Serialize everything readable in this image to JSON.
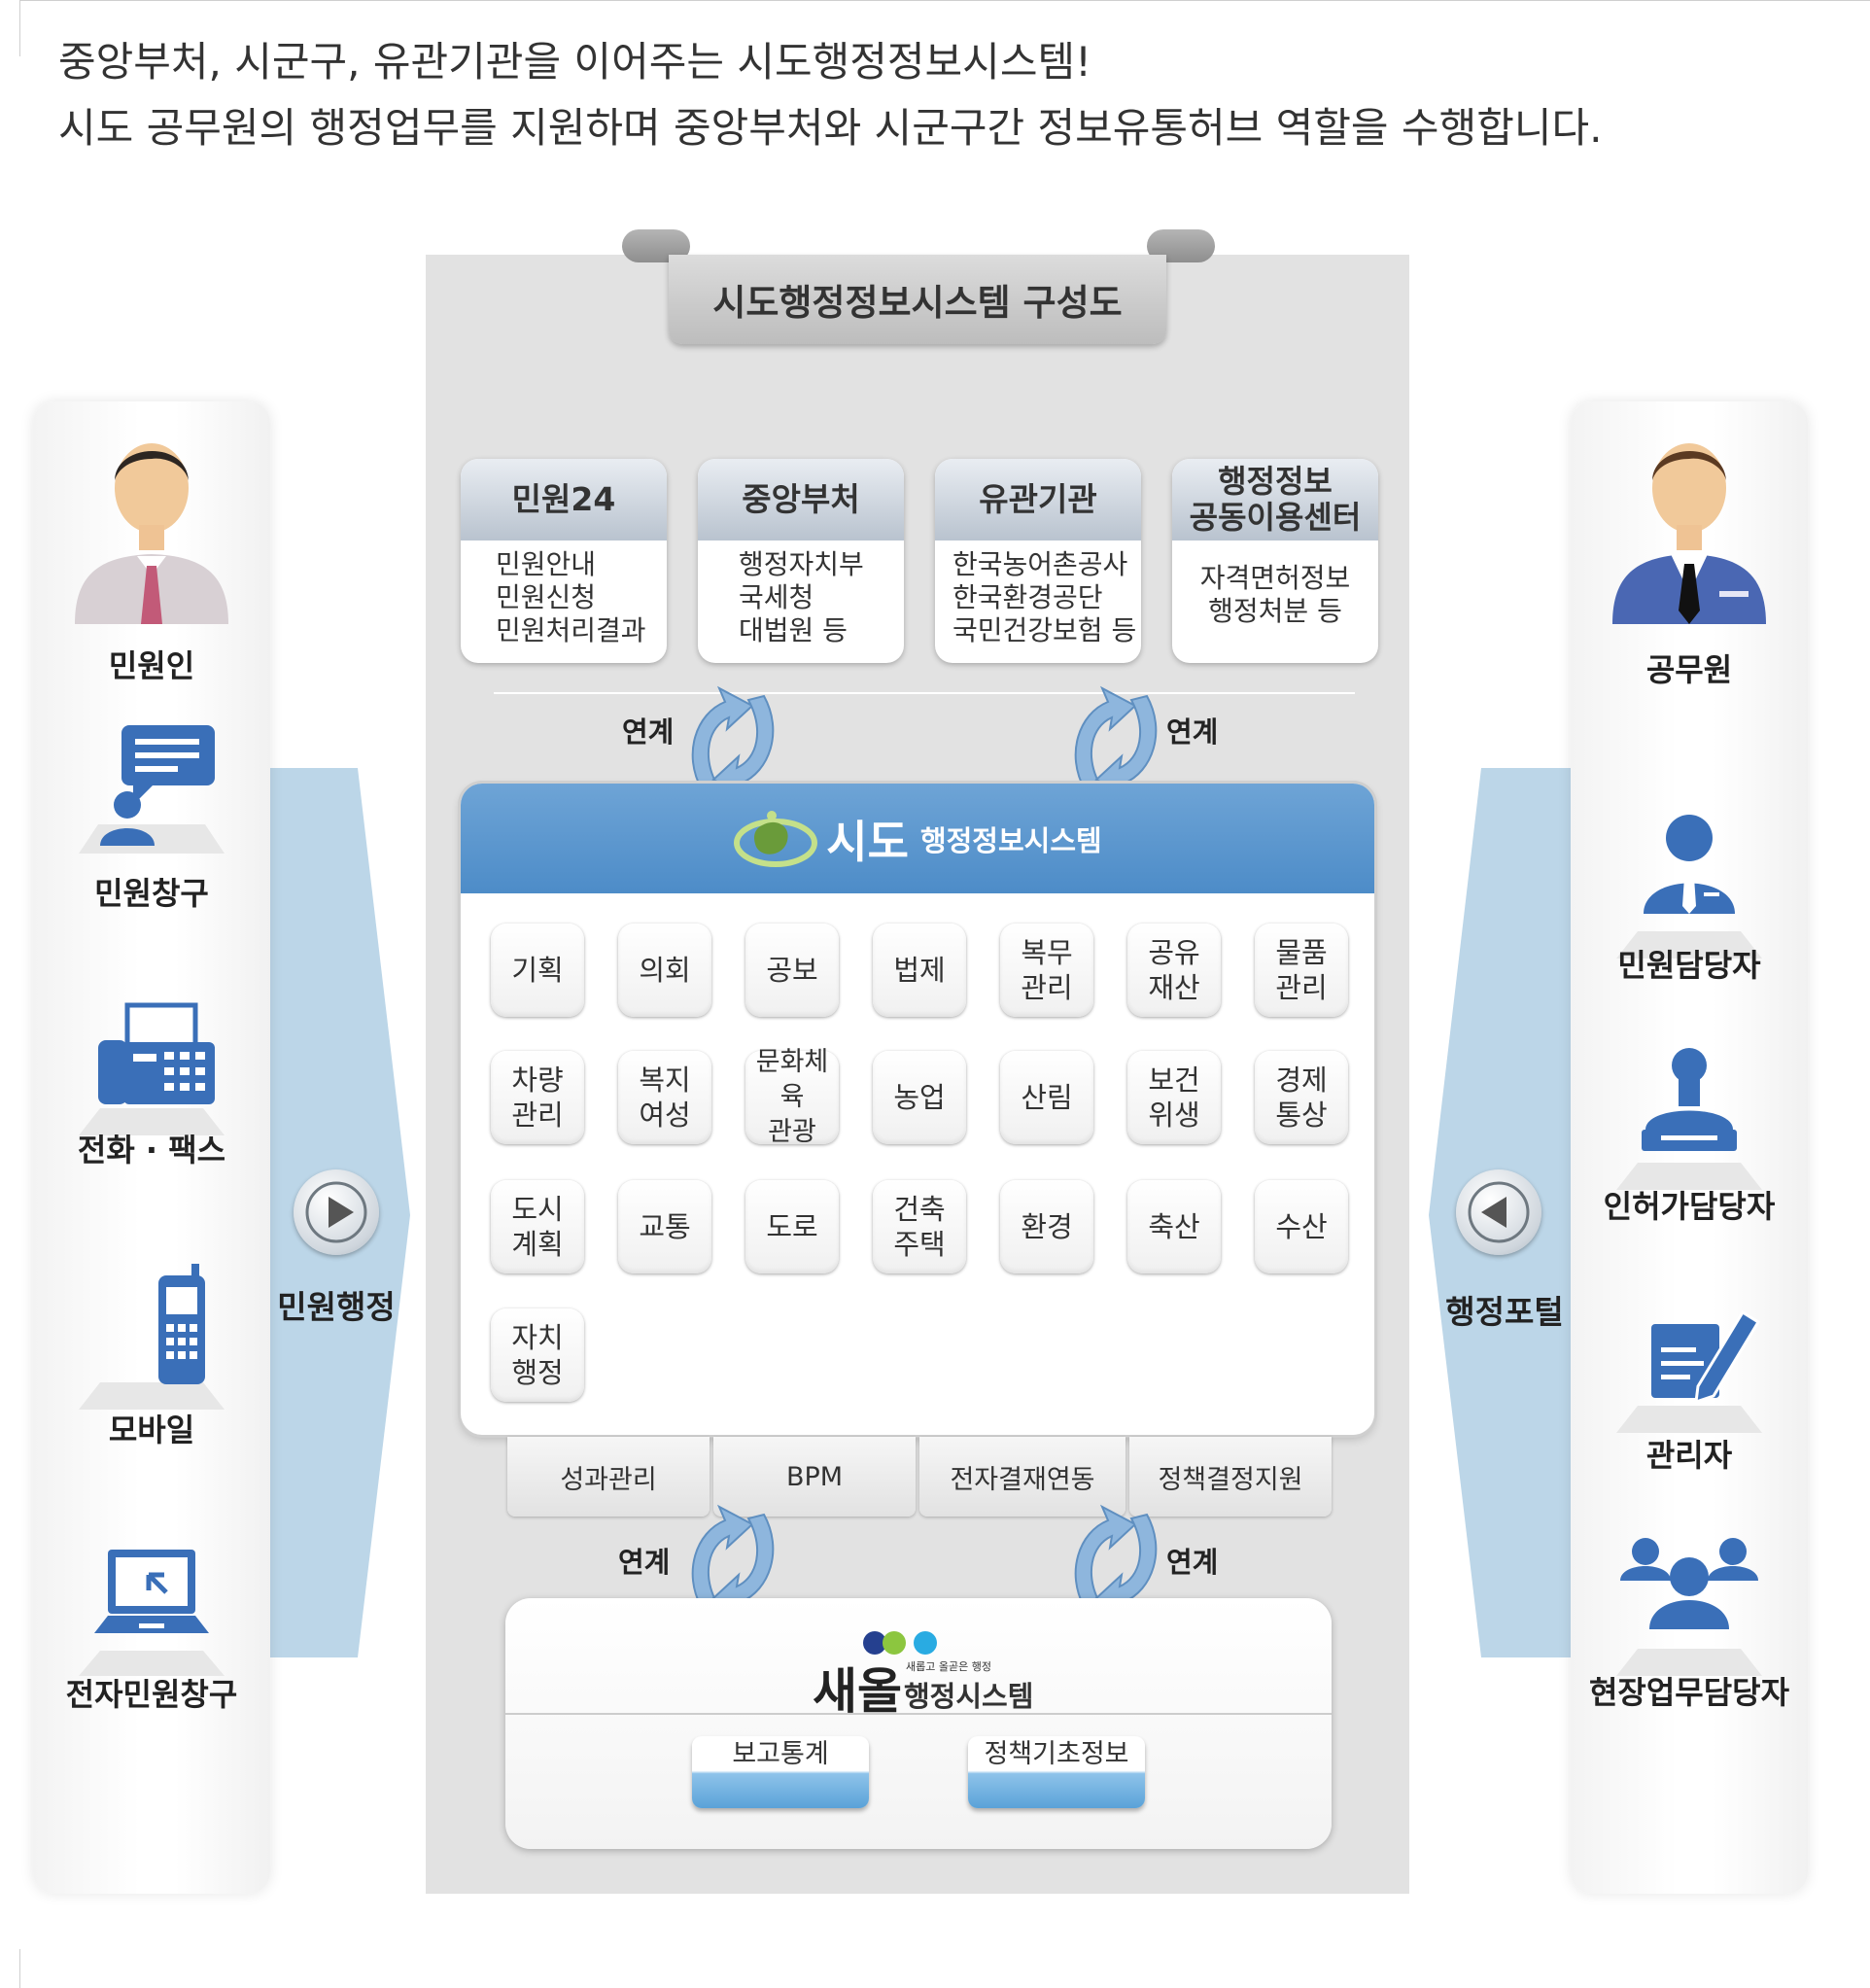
{
  "intro": {
    "line1": "중앙부처, 시군구, 유관기관을 이어주는 시도행정정보시스템!",
    "line2": "시도 공무원의 행정업무를 지원하며 중앙부처와 시군구간 정보유통허브 역할을 수행합니다."
  },
  "title": "시도행정정보시스템 구성도",
  "left": {
    "items": [
      "민원인",
      "민원창구",
      "전화 · 팩스",
      "모바일",
      "전자민원창구"
    ],
    "band_label": "민원행정"
  },
  "right": {
    "items": [
      "공무원",
      "민원담당자",
      "인허가담당자",
      "관리자",
      "현장업무담당자"
    ],
    "band_label": "행정포털"
  },
  "cards": [
    {
      "head": "민원24",
      "lines": [
        "민원안내",
        "민원신청",
        "민원처리결과"
      ]
    },
    {
      "head": "중앙부처",
      "lines": [
        "행정자치부",
        "국세청",
        "대법원 등"
      ]
    },
    {
      "head": "유관기관",
      "lines": [
        "한국농어촌공사",
        "한국환경공단",
        "국민건강보험 등"
      ]
    },
    {
      "head": "행정정보\n공동이용센터",
      "lines": [
        "자격면허정보",
        "행정처분 등"
      ]
    }
  ],
  "link_label": "연계",
  "system": {
    "name_big": "시도",
    "name_small": "행정정보시스템",
    "modules": [
      "기획",
      "의회",
      "공보",
      "법제",
      "복무\n관리",
      "공유\n재산",
      "물품\n관리",
      "차량\n관리",
      "복지\n여성",
      "문화체육\n관광",
      "농업",
      "산림",
      "보건\n위생",
      "경제\n통상",
      "도시\n계획",
      "교통",
      "도로",
      "건축\n주택",
      "환경",
      "축산",
      "수산",
      "자치\n행정"
    ]
  },
  "bars": [
    "성과관리",
    "BPM",
    "전자결재연동",
    "정책결정지원"
  ],
  "saeol": {
    "name": "새올",
    "slogan": "새롭고 올곧은 행정",
    "subtitle": "행정시스템",
    "buttons": [
      "보고통계",
      "정책기초정보"
    ]
  },
  "colors": {
    "accent_blue": "#5d98d0",
    "band_blue": "#b8d3e6",
    "icon_blue": "#3a6fb8"
  }
}
